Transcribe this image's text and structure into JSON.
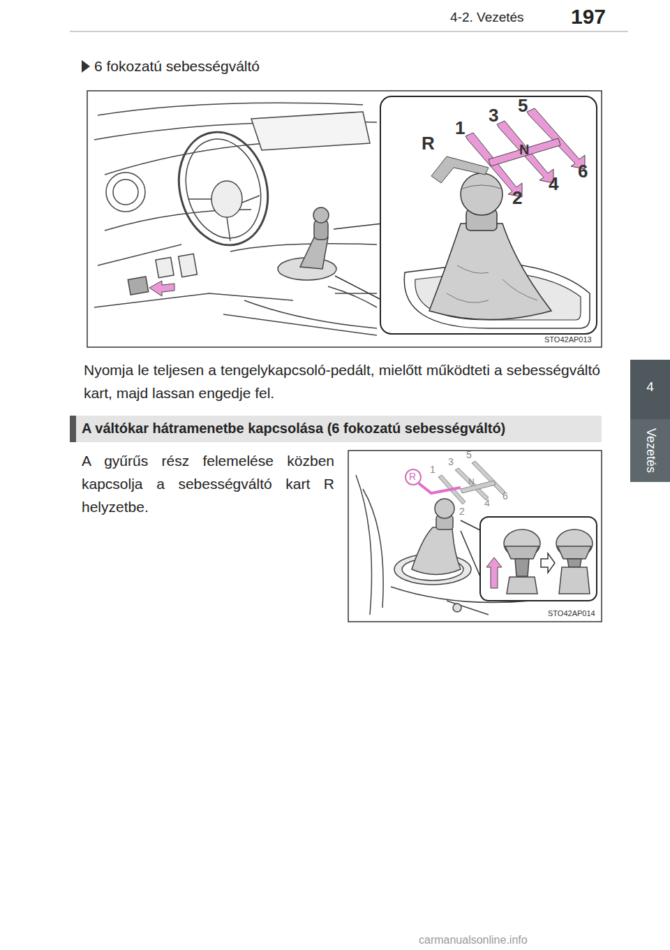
{
  "diagram": {
    "nodes": [
      {
        "text": [
          "A váltókar hátramenetbe kapcsolása (6 fokozatú sebességváltó)"
        ]
      },
      {
        "text": [
          "4",
          "Vezetés"
        ]
      }
    ],
    "labels": [
      "197",
      "4-2. Vezetés",
      "6 fokozatú sebességváltó",
      "R",
      "1",
      "3",
      "5",
      "N",
      "2",
      "4",
      "6",
      "STO42AP013",
      "Nyomja le teljesen a tengelykapcsoló-pedált, mielőtt működteti a sebességváltó kart, majd lassan engedje fel.",
      "A gyűrűs rész felemelése közben kapcsolja a sebességváltó kart R helyzetbe.",
      "R",
      "1",
      "3",
      "5",
      "N",
      "2",
      "4",
      "6",
      "STO42AP014",
      "carmanualsonline.info"
    ]
  }
}
